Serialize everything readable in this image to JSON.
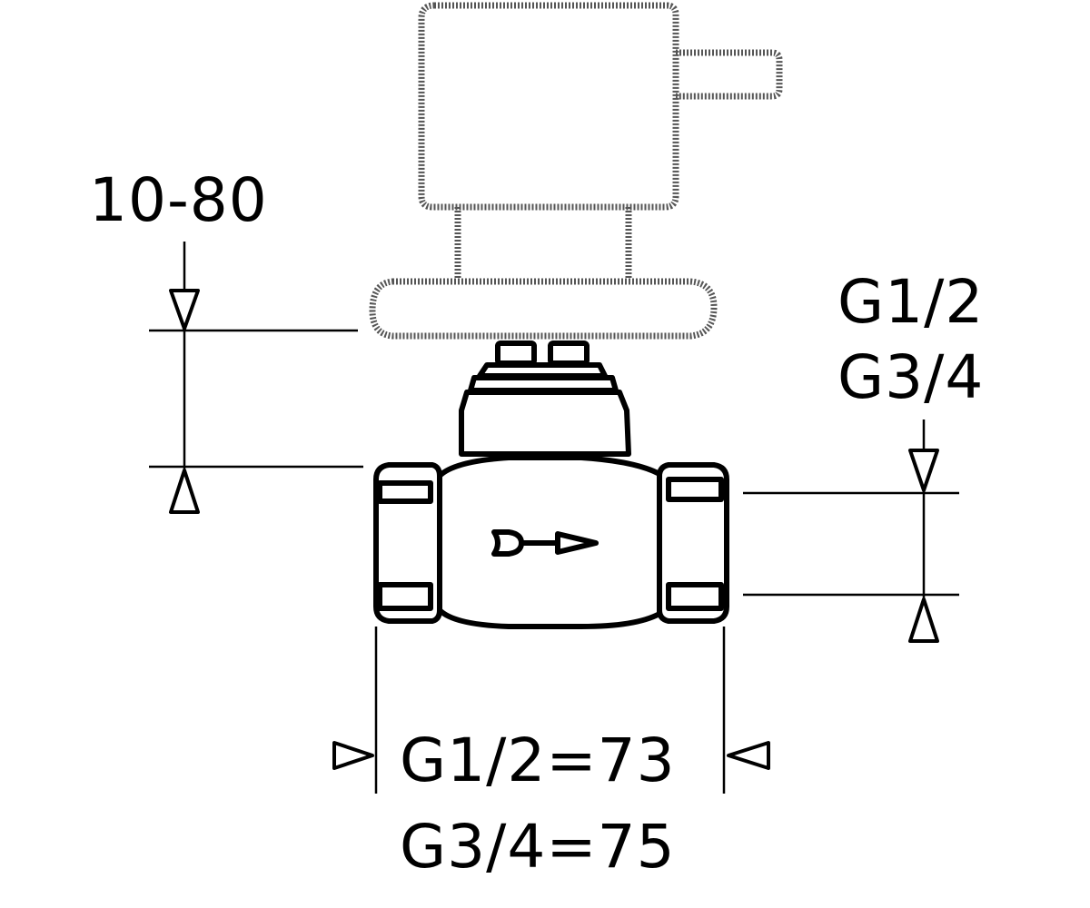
{
  "labels": {
    "height_range": "10-80",
    "thread_size_1": "G1/2",
    "thread_size_2": "G3/4",
    "length_g12": "G1/2=73",
    "length_g34": "G3/4=75"
  },
  "colors": {
    "line": "#000000",
    "handle_outline": "#555555",
    "background": "#ffffff"
  }
}
